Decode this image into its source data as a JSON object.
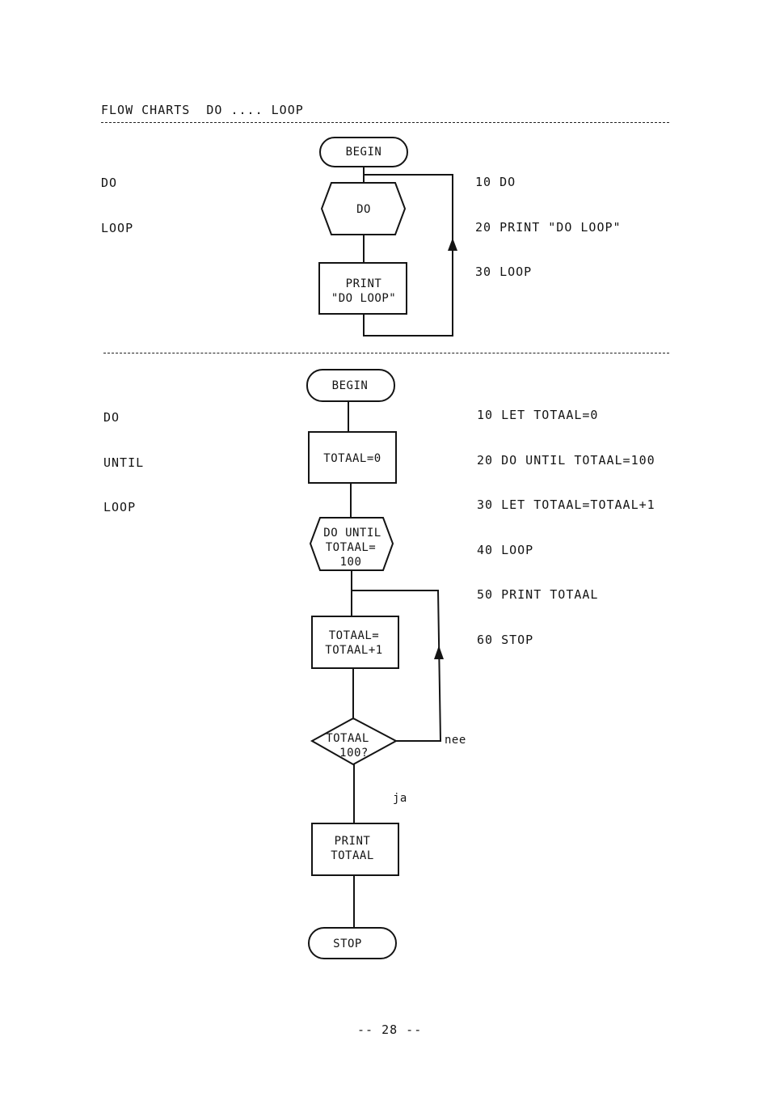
{
  "page_title": "FLOW CHARTS  DO .... LOOP",
  "page_number": "-- 28 --",
  "section1": {
    "label_lines": [
      "DO",
      "LOOP"
    ],
    "code_lines": [
      "10 DO",
      "20 PRINT \"DO LOOP\"",
      "30 LOOP"
    ],
    "nodes": {
      "begin": "BEGIN",
      "do": "DO",
      "print_lines": [
        "PRINT",
        "\"DO LOOP\""
      ]
    }
  },
  "section2": {
    "label_lines": [
      "DO",
      "UNTIL",
      "LOOP"
    ],
    "code_lines": [
      "10 LET TOTAAL=0",
      "20 DO UNTIL TOTAAL=100",
      "30 LET TOTAAL=TOTAAL+1",
      "40 LOOP",
      "50 PRINT TOTAAL",
      "60 STOP"
    ],
    "nodes": {
      "begin": "BEGIN",
      "init": "TOTAAL=0",
      "do_until_lines": [
        "DO UNTIL",
        "TOTAAL=",
        "100"
      ],
      "increment_lines": [
        "TOTAAL=",
        "TOTAAL+1"
      ],
      "decision_lines": [
        "TOTAAL",
        "100?"
      ],
      "no_label": "nee",
      "yes_label": "ja",
      "print_lines": [
        "PRINT",
        "TOTAAL"
      ],
      "stop": "STOP"
    }
  }
}
